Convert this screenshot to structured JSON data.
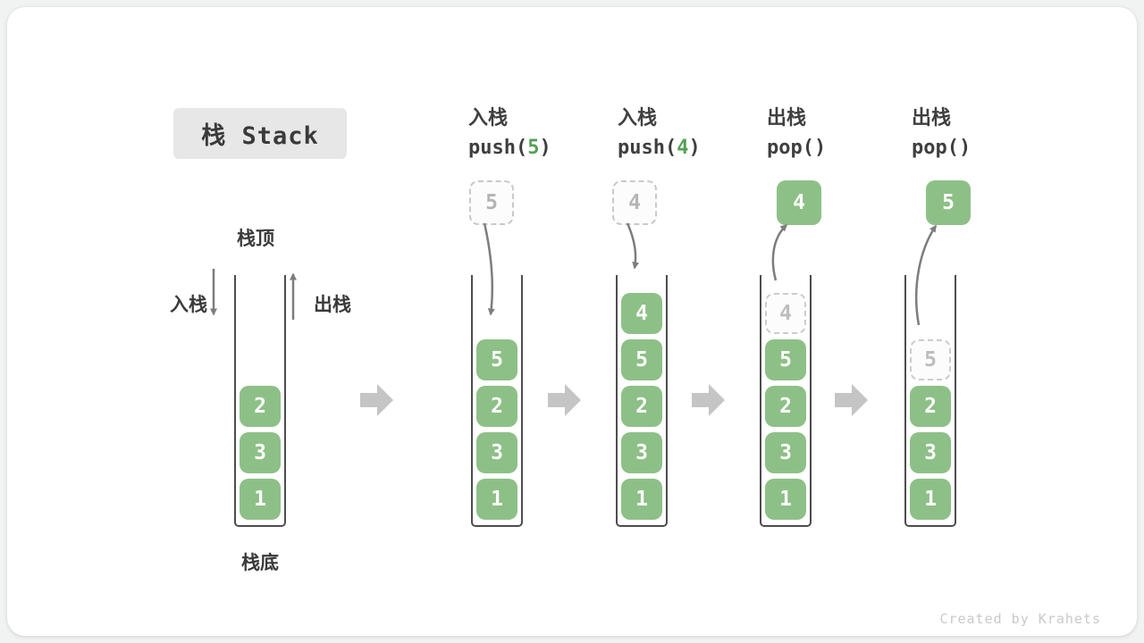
{
  "title": "栈 Stack",
  "watermark": "Created by Krahets",
  "labels": {
    "stack_top": "栈顶",
    "stack_bottom": "栈底",
    "push_side": "入栈",
    "pop_side": "出栈"
  },
  "colors": {
    "green-box": "#8dc086",
    "code-green": "#55a055",
    "title-bg": "#e7e7e7",
    "big-arrow": "#c5c5c5",
    "thin-arrow": "#7d7d7d",
    "text-dark": "#3a3a3a",
    "ghost-border": "#c9c9c9",
    "ghost-text": "#b5b5b5",
    "container-border": "#4d4d4d",
    "watermark-text": "#c9c9c9"
  },
  "operations": [
    {
      "name": "入栈",
      "code_before": "push(",
      "code_value": "5",
      "code_after": ")"
    },
    {
      "name": "入栈",
      "code_before": "push(",
      "code_value": "4",
      "code_after": ")"
    },
    {
      "name": "出栈",
      "code_before": "pop(",
      "code_value": "",
      "code_after": ")"
    },
    {
      "name": "出栈",
      "code_before": "pop(",
      "code_value": "",
      "code_after": ")"
    }
  ],
  "floating_boxes": [
    {
      "value": "5",
      "variant": "dashed"
    },
    {
      "value": "4",
      "variant": "dashed"
    },
    {
      "value": "4",
      "variant": "solid"
    },
    {
      "value": "5",
      "variant": "solid"
    }
  ],
  "stacks": [
    {
      "name": "initial",
      "items": [
        {
          "value": "2",
          "variant": "solid"
        },
        {
          "value": "3",
          "variant": "solid"
        },
        {
          "value": "1",
          "variant": "solid"
        }
      ]
    },
    {
      "name": "after-push-5",
      "items": [
        {
          "value": "5",
          "variant": "solid"
        },
        {
          "value": "2",
          "variant": "solid"
        },
        {
          "value": "3",
          "variant": "solid"
        },
        {
          "value": "1",
          "variant": "solid"
        }
      ]
    },
    {
      "name": "after-push-4",
      "items": [
        {
          "value": "4",
          "variant": "solid"
        },
        {
          "value": "5",
          "variant": "solid"
        },
        {
          "value": "2",
          "variant": "solid"
        },
        {
          "value": "3",
          "variant": "solid"
        },
        {
          "value": "1",
          "variant": "solid"
        }
      ]
    },
    {
      "name": "during-pop-4",
      "items": [
        {
          "value": "4",
          "variant": "ghost"
        },
        {
          "value": "5",
          "variant": "solid"
        },
        {
          "value": "2",
          "variant": "solid"
        },
        {
          "value": "3",
          "variant": "solid"
        },
        {
          "value": "1",
          "variant": "solid"
        }
      ]
    },
    {
      "name": "during-pop-5",
      "items": [
        {
          "value": "5",
          "variant": "ghost"
        },
        {
          "value": "2",
          "variant": "solid"
        },
        {
          "value": "3",
          "variant": "solid"
        },
        {
          "value": "1",
          "variant": "solid"
        }
      ]
    }
  ]
}
